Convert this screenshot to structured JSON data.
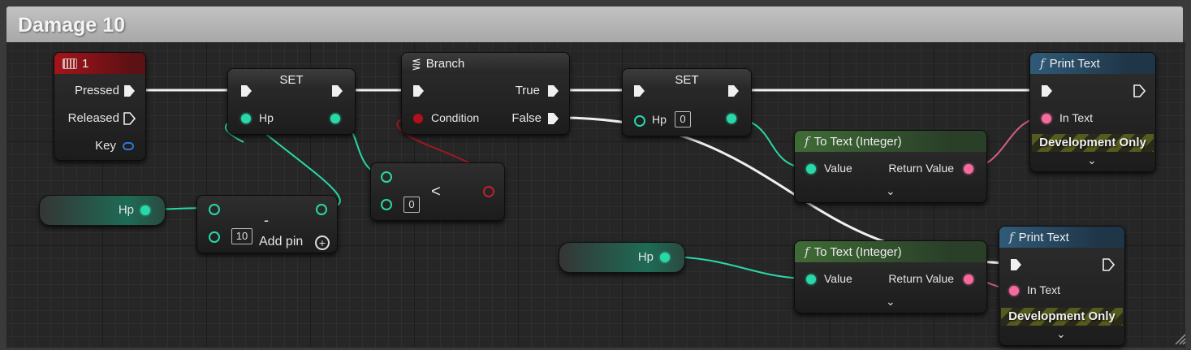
{
  "comment": {
    "title": "Damage 10"
  },
  "key_event": {
    "title": "1",
    "pins": {
      "pressed": "Pressed",
      "released": "Released",
      "key": "Key"
    }
  },
  "set_node_1": {
    "title": "SET",
    "pin": "Hp"
  },
  "branch": {
    "title": "Branch",
    "condition": "Condition",
    "true_label": "True",
    "false_label": "False"
  },
  "set_node_2": {
    "title": "SET",
    "pin": "Hp",
    "value": "0"
  },
  "print_text_1": {
    "title": "Print Text",
    "in_text": "In Text",
    "dev_only": "Development Only"
  },
  "print_text_2": {
    "title": "Print Text",
    "in_text": "In Text",
    "dev_only": "Development Only"
  },
  "to_text_1": {
    "title": "To Text (Integer)",
    "value": "Value",
    "return_value": "Return Value"
  },
  "to_text_2": {
    "title": "To Text (Integer)",
    "value": "Value",
    "return_value": "Return Value"
  },
  "hp_getter_1": {
    "label": "Hp"
  },
  "hp_getter_2": {
    "label": "Hp"
  },
  "subtract_node": {
    "operator": "-",
    "value": "10",
    "add_pin": "Add pin"
  },
  "less_node": {
    "operator": "<",
    "value": "0"
  },
  "icons": {
    "keyboard": "keyboard-icon",
    "branch": "branch-icon",
    "function": "function-icon",
    "expand": "chevron-down-icon",
    "add_pin": "plus-circle-icon"
  },
  "colors": {
    "exec": "#ffffff",
    "int_pin": "#29d8a8",
    "text_pin": "#f76a9f",
    "bool_pin": "#b0101a",
    "event_header": "#a4141a",
    "function_header": "#2f5b78",
    "conversion_header": "#3f6b36"
  }
}
